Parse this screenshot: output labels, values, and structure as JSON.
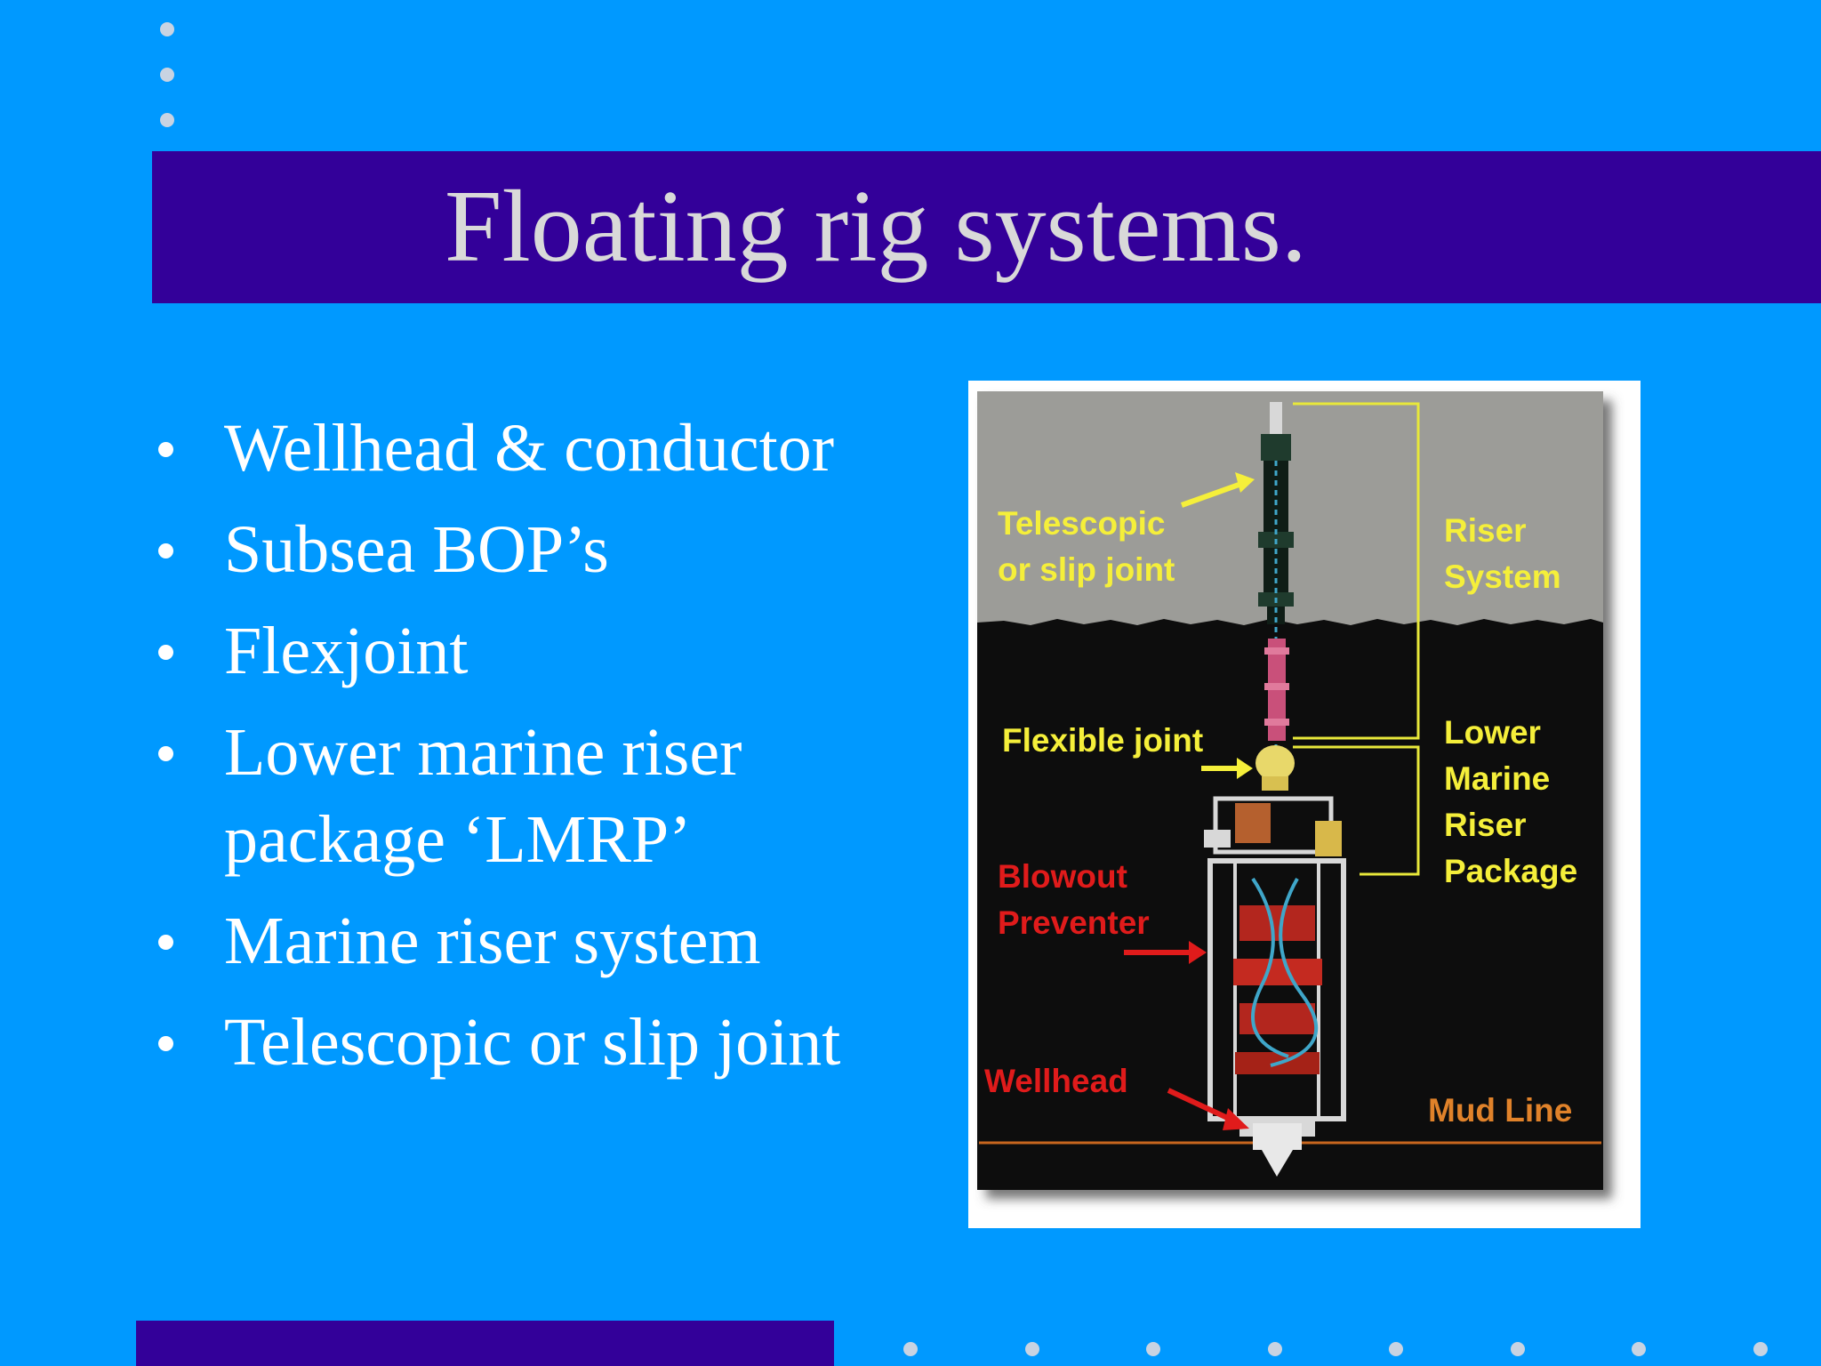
{
  "slide": {
    "title": "Floating rig systems.",
    "bullets": [
      "Wellhead & conductor",
      "Subsea BOP’s",
      "Flexjoint",
      "Lower marine riser package ‘LMRP’",
      "Marine riser system",
      "Telescopic or slip joint"
    ]
  },
  "diagram": {
    "labels": {
      "telescopic_line1": "Telescopic",
      "telescopic_line2": "or slip joint",
      "riser_line1": "Riser",
      "riser_line2": "System",
      "flexible_joint": "Flexible joint",
      "lmrp_line1": "Lower",
      "lmrp_line2": "Marine",
      "lmrp_line3": "Riser",
      "lmrp_line4": "Package",
      "bop_line1": "Blowout",
      "bop_line2": "Preventer",
      "wellhead": "Wellhead",
      "mud_line": "Mud Line"
    }
  },
  "colors": {
    "background": "#0099ff",
    "title_band": "#330099",
    "title_text": "#d9d9d9",
    "bullet_text": "#ffffff",
    "label_yellow": "#f5ef3a",
    "label_red": "#e01b1b",
    "label_orange": "#e0822a"
  }
}
